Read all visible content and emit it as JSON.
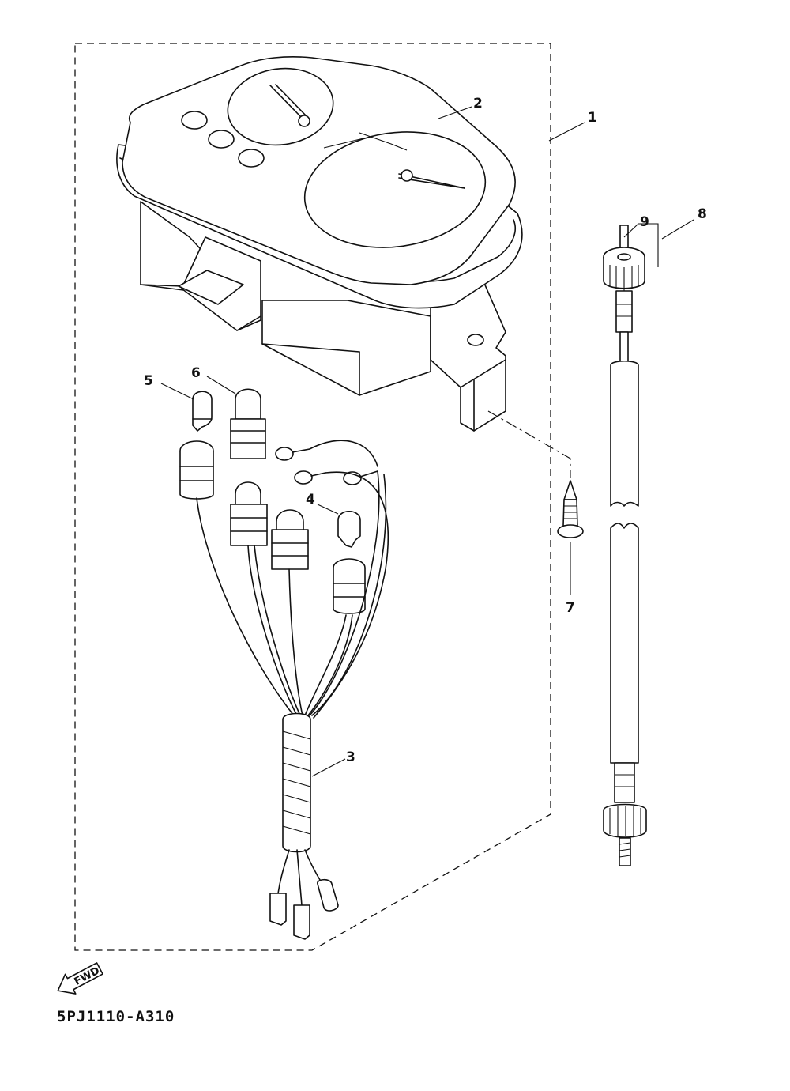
{
  "diagram": {
    "callouts": [
      {
        "id": "1",
        "label": "1"
      },
      {
        "id": "2",
        "label": "2"
      },
      {
        "id": "3",
        "label": "3"
      },
      {
        "id": "4",
        "label": "4"
      },
      {
        "id": "5",
        "label": "5"
      },
      {
        "id": "6",
        "label": "6"
      },
      {
        "id": "7",
        "label": "7"
      },
      {
        "id": "8",
        "label": "8"
      },
      {
        "id": "9",
        "label": "9"
      }
    ],
    "direction_marker": "FWD",
    "diagram_code": "5PJ1110-A310"
  }
}
